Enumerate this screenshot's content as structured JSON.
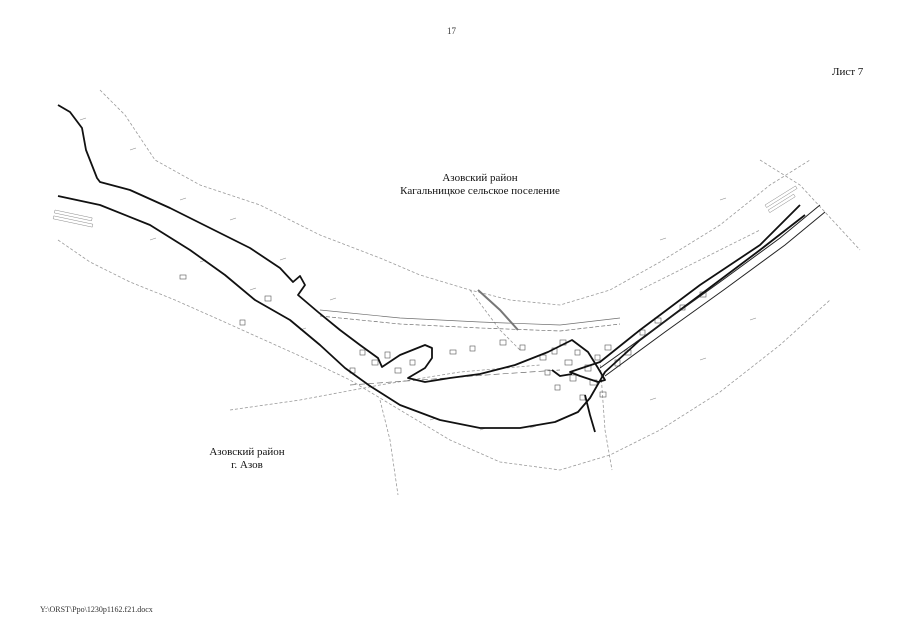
{
  "page": {
    "number": "17",
    "sheet_label": "Лист 7",
    "footer_path": "Y:\\ORST\\Ppo\\1230p1162.f21.docx"
  },
  "map": {
    "region_north": {
      "line1": "Азовский район",
      "line2": "Кагальницкое сельское поселение"
    },
    "region_south": {
      "line1": "Азовский район",
      "line2": "г. Азов"
    },
    "colors": {
      "boundary": "#111111",
      "survey": "#9a9a9a",
      "detail": "#6f6f6f"
    }
  }
}
